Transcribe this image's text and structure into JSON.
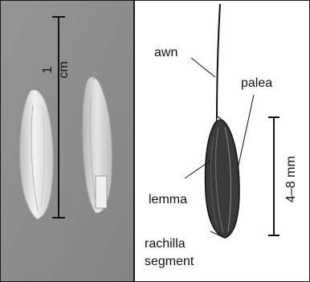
{
  "photo": {
    "scale_label": "1 cm"
  },
  "drawing": {
    "labels": {
      "awn": "awn",
      "palea": "palea",
      "lemma": "lemma",
      "rachilla_line1": "rachilla",
      "rachilla_line2": "segment"
    },
    "scale_label": "4–8 mm"
  },
  "colors": {
    "photo_background": "#8d8d8d",
    "grain": "#e4e4e4",
    "ink": "#111111"
  }
}
